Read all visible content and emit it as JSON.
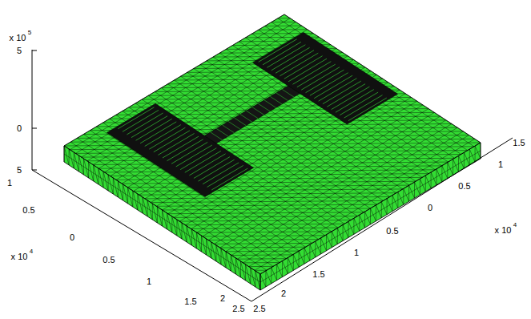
{
  "diagram": {
    "labels": [
      "x 10",
      "5",
      "5",
      "0",
      "5",
      "1",
      "0.5",
      "0",
      "0.5",
      "1",
      "1.5",
      "2",
      "2.5",
      "x 10",
      "4",
      "2.5",
      "2",
      "1.5",
      "1",
      "0.5",
      "0",
      "0.5",
      "1",
      "1.5",
      "x 10",
      "4"
    ]
  }
}
